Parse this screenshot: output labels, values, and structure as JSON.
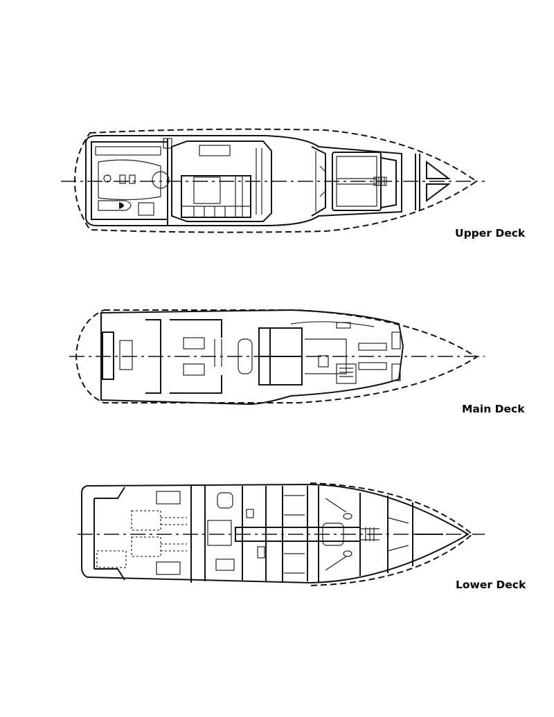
{
  "decks": [
    {
      "id": "upper",
      "label": "Upper Deck"
    },
    {
      "id": "main",
      "label": "Main Deck"
    },
    {
      "id": "lower",
      "label": "Lower Deck"
    }
  ]
}
